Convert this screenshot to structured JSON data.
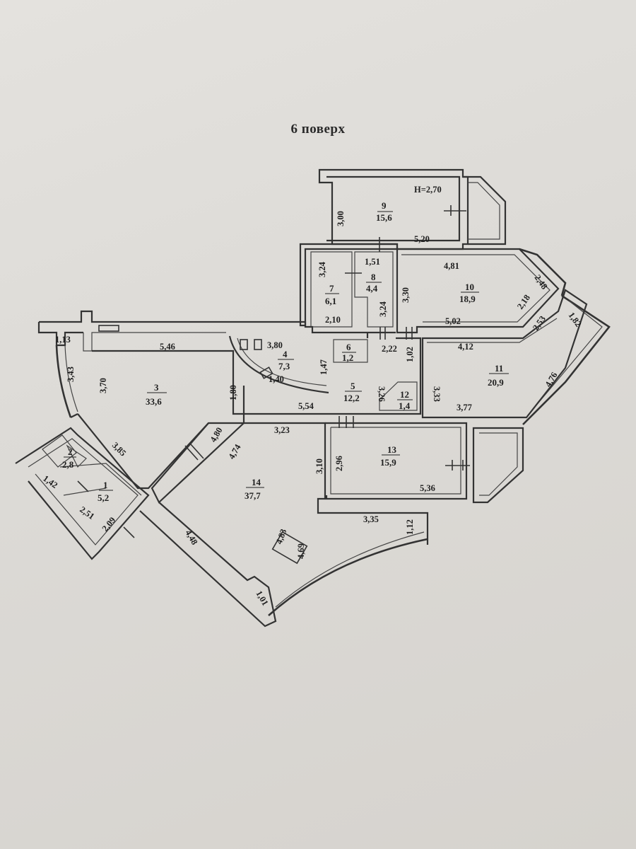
{
  "title": "6 поверх",
  "height_label": "H=2,70",
  "rooms": [
    {
      "id": "room-1",
      "no": "1",
      "area": "5,2"
    },
    {
      "id": "room-2",
      "no": "2",
      "area": "2,8"
    },
    {
      "id": "room-3",
      "no": "3",
      "area": "33,6"
    },
    {
      "id": "room-4",
      "no": "4",
      "area": "7,3"
    },
    {
      "id": "room-5",
      "no": "5",
      "area": "12,2"
    },
    {
      "id": "room-6",
      "no": "6",
      "area": "1,2"
    },
    {
      "id": "room-7",
      "no": "7",
      "area": "6,1"
    },
    {
      "id": "room-8",
      "no": "8",
      "area": "4,4"
    },
    {
      "id": "room-9",
      "no": "9",
      "area": "15,6"
    },
    {
      "id": "room-10",
      "no": "10",
      "area": "18,9"
    },
    {
      "id": "room-11",
      "no": "11",
      "area": "20,9"
    },
    {
      "id": "room-12",
      "no": "12",
      "area": "1,4"
    },
    {
      "id": "room-13",
      "no": "13",
      "area": "15,9"
    },
    {
      "id": "room-14",
      "no": "14",
      "area": "37,7"
    }
  ],
  "dimensions": [
    "3,00",
    "5,20",
    "1,51",
    "3,24",
    "2,10",
    "3,24",
    "3,30",
    "4,81",
    "2,48",
    "2,18",
    "5,02",
    "1,82",
    "2,53",
    "1,13",
    "5,46",
    "3,80",
    "1,47",
    "1,40",
    "3,43",
    "3,70",
    "1,80",
    "5,54",
    "3,26",
    "2,22",
    "1,02",
    "3,33",
    "4,12",
    "4,76",
    "3,77",
    "4,80",
    "4,74",
    "3,85",
    "3,23",
    "3,10",
    "2,96",
    "5,36",
    "1,42",
    "2,51",
    "2,09",
    "4,48",
    "3,35",
    "1,12",
    "4,83",
    "4,69",
    "1,01"
  ]
}
